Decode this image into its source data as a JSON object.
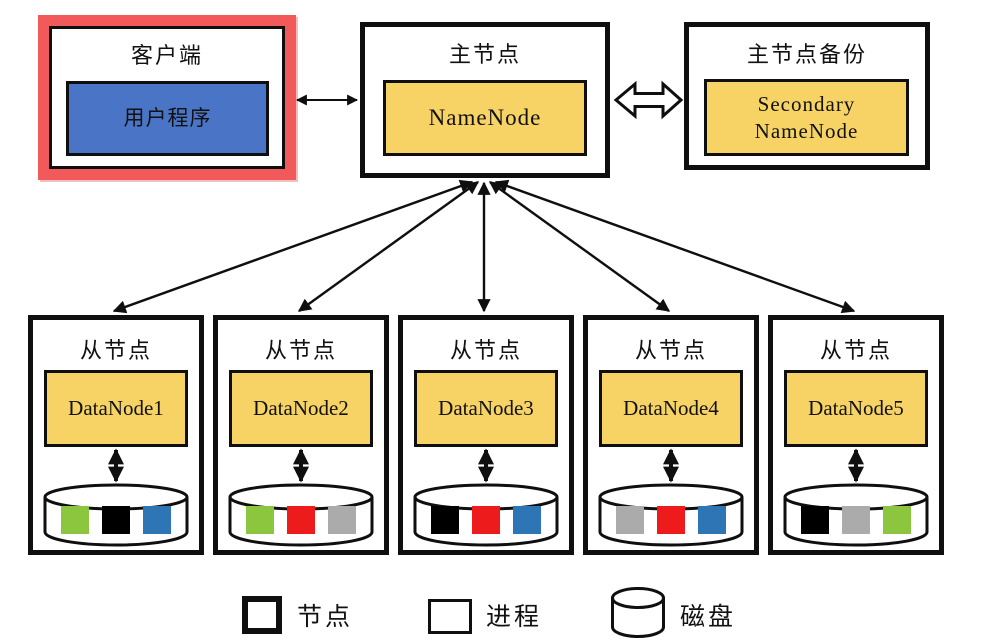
{
  "diagram": {
    "client": {
      "title": "客户端",
      "process_label": "用户程序"
    },
    "master": {
      "title": "主节点",
      "process_label": "NameNode"
    },
    "secondary": {
      "title": "主节点备份",
      "process_label": "Secondary NameNode"
    },
    "slaves": [
      {
        "title": "从节点",
        "process_label": "DataNode1",
        "disk_blocks": [
          "#8CC63E",
          "#000000",
          "#2E75B6"
        ]
      },
      {
        "title": "从节点",
        "process_label": "DataNode2",
        "disk_blocks": [
          "#8CC63E",
          "#ED1B1B",
          "#ABABAB"
        ]
      },
      {
        "title": "从节点",
        "process_label": "DataNode3",
        "disk_blocks": [
          "#000000",
          "#ED1B1B",
          "#2E75B6"
        ]
      },
      {
        "title": "从节点",
        "process_label": "DataNode4",
        "disk_blocks": [
          "#ABABAB",
          "#ED1B1B",
          "#2E75B6"
        ]
      },
      {
        "title": "从节点",
        "process_label": "DataNode5",
        "disk_blocks": [
          "#000000",
          "#ABABAB",
          "#8CC63E"
        ]
      }
    ],
    "legend": {
      "node_label": "节点",
      "process_label": "进程",
      "disk_label": "磁盘"
    },
    "colors": {
      "process_fill": "#F6D364",
      "client_process_fill": "#4A74C6",
      "highlight_red": "#F2595B",
      "line_black": "#0f0f0f"
    }
  }
}
